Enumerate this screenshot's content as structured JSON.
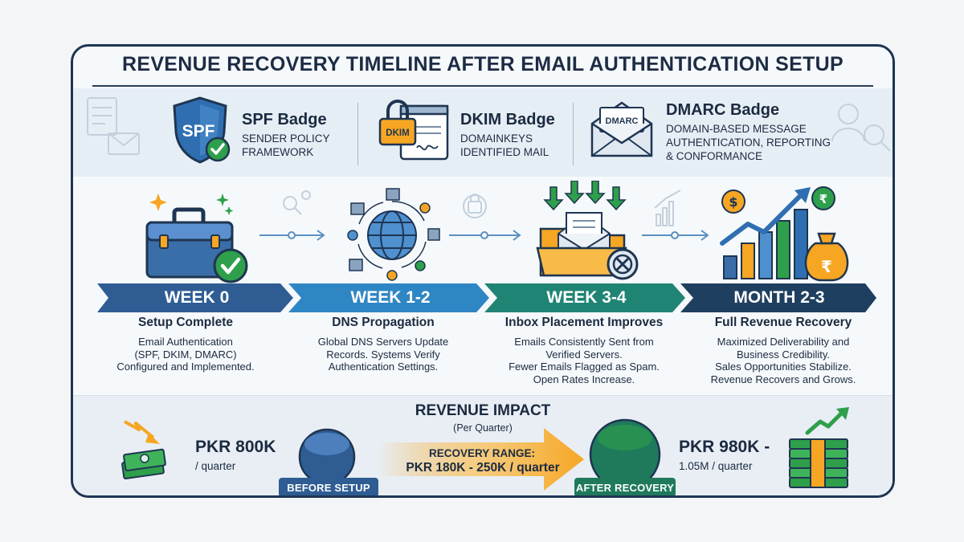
{
  "title": "REVENUE RECOVERY TIMELINE AFTER EMAIL AUTHENTICATION SETUP",
  "badges": [
    {
      "icon": "spf-shield-icon",
      "icon_text": "SPF",
      "title": "SPF Badge",
      "sub": [
        "SENDER POLICY",
        "FRAMEWORK"
      ]
    },
    {
      "icon": "dkim-lock-icon",
      "icon_text": "DKIM",
      "title": "DKIM Badge",
      "sub": [
        "DOMAINKEYS",
        "IDENTIFIED MAIL"
      ]
    },
    {
      "icon": "dmarc-envelope-icon",
      "icon_text": "DMARC",
      "title": "DMARC Badge",
      "sub": [
        "DOMAIN-BASED MESSAGE",
        "AUTHENTICATION, REPORTING",
        "&  CONFORMANCE"
      ]
    }
  ],
  "steps": [
    {
      "label": "WEEK 0",
      "heading": "Setup Complete",
      "lines": [
        "Email Authentication",
        "(SPF, DKIM, DMARC)",
        "Configured and Implemented."
      ],
      "color": "#2f5d93",
      "icon": "toolbox-check-icon"
    },
    {
      "label": "WEEK 1-2",
      "heading": "DNS Propagation",
      "lines": [
        "Global DNS Servers Update",
        "Records. Systems Verify",
        "Authentication Settings."
      ],
      "color": "#2f86c4",
      "icon": "globe-network-icon"
    },
    {
      "label": "WEEK 3-4",
      "heading": "Inbox Placement Improves",
      "lines": [
        "Emails Consistently Sent from",
        "Verified Servers.",
        "Fewer Emails Flagged as Spam.",
        "Open Rates Increase."
      ],
      "color": "#208474",
      "icon": "inbox-folder-icon"
    },
    {
      "label": "MONTH 2-3",
      "heading": "Full Revenue Recovery",
      "lines": [
        "Maximized Deliverability and",
        "Business Credibility.",
        "Sales Opportunities Stabilize.",
        "Revenue Recovers and Grows."
      ],
      "color": "#1f3f60",
      "icon": "growth-chart-icon"
    }
  ],
  "impact": {
    "title": "REVENUE IMPACT",
    "subtitle": "(Per Quarter)",
    "before": {
      "amount": "PKR 800K",
      "unit": "/ quarter",
      "label": "BEFORE SETUP",
      "color": "#2f5d93"
    },
    "range": {
      "line1": "RECOVERY RANGE:",
      "line2": "PKR 180K - 250K / quarter"
    },
    "after": {
      "amount": "PKR 980K -",
      "unit": "1.05M / quarter",
      "label": "AFTER RECOVERY",
      "color": "#1f7a5c"
    }
  },
  "colors": {
    "navy": "#1e3552",
    "accent_orange": "#f6a623",
    "green": "#2e9f4a"
  }
}
